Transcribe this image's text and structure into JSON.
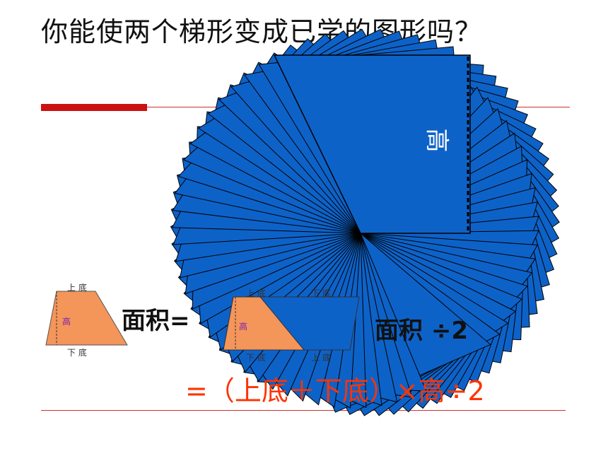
{
  "slide": {
    "title": "你能使两个梯形变成已学的图形吗？",
    "left_trap": {
      "top_label": "上 底",
      "bottom_label": "下 底",
      "height_label": "高"
    },
    "mid_trap": {
      "top_label": "上 底",
      "top_right": "下 底",
      "bottom_label": "下 底",
      "bottom_right": "上 底",
      "height_label": "高"
    },
    "big_para": {
      "height_label": "高"
    },
    "area_label": "面积=",
    "area_right": "面积 ÷2",
    "formula": "=（上底＋下底）×高÷2",
    "colors": {
      "blue": "#0d62c8",
      "orange": "#f4955a",
      "red": "#cc1111",
      "formula_red": "#ff3300"
    }
  }
}
